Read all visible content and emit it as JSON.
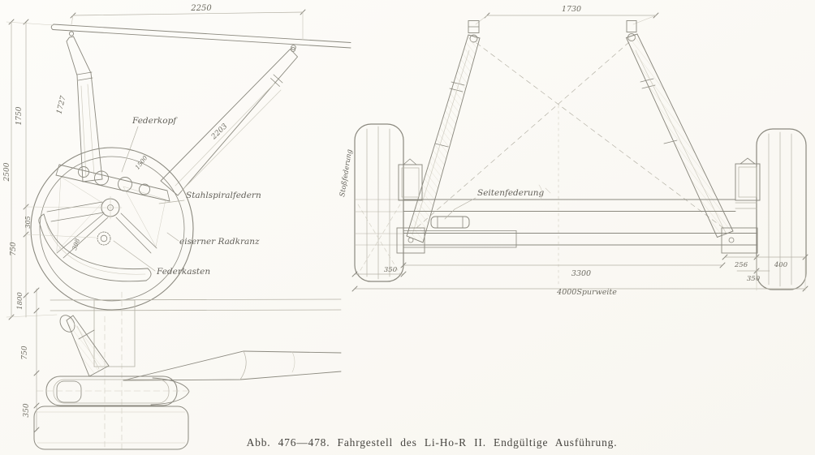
{
  "caption": "Abb. 476—478. Fahrgestell des Li-Ho-R II. Endgültige Ausführung.",
  "side_view": {
    "dim_top_span": "2250",
    "dim_front_strut": "1727",
    "dim_rear_strut": "2203",
    "dim_overall_height": "2500",
    "dim_strut_height": "1750",
    "dim_hub_offset": "305",
    "dim_wheel_lower": "750",
    "dim_wheel_inner": "1500",
    "dim_hub_detail": "398",
    "label_federkopf": "Federkopf",
    "label_stahlspiralfedern": "Stahlspiralfedern",
    "label_radkranz": "eiserner Radkranz",
    "label_federkasten": "Federkasten"
  },
  "plan_view": {
    "dim_1800": "1800",
    "dim_750": "750",
    "dim_350": "350"
  },
  "front_view": {
    "dim_top_span": "1730",
    "label_seitenfederung": "Seitenfederung",
    "label_stossfederung": "Stoßfederung",
    "dim_wheel_width_left": "350",
    "dim_axle_length": "3300",
    "dim_track": "4000Spurweite",
    "dim_256": "256",
    "dim_400": "400",
    "dim_350_right": "350"
  }
}
